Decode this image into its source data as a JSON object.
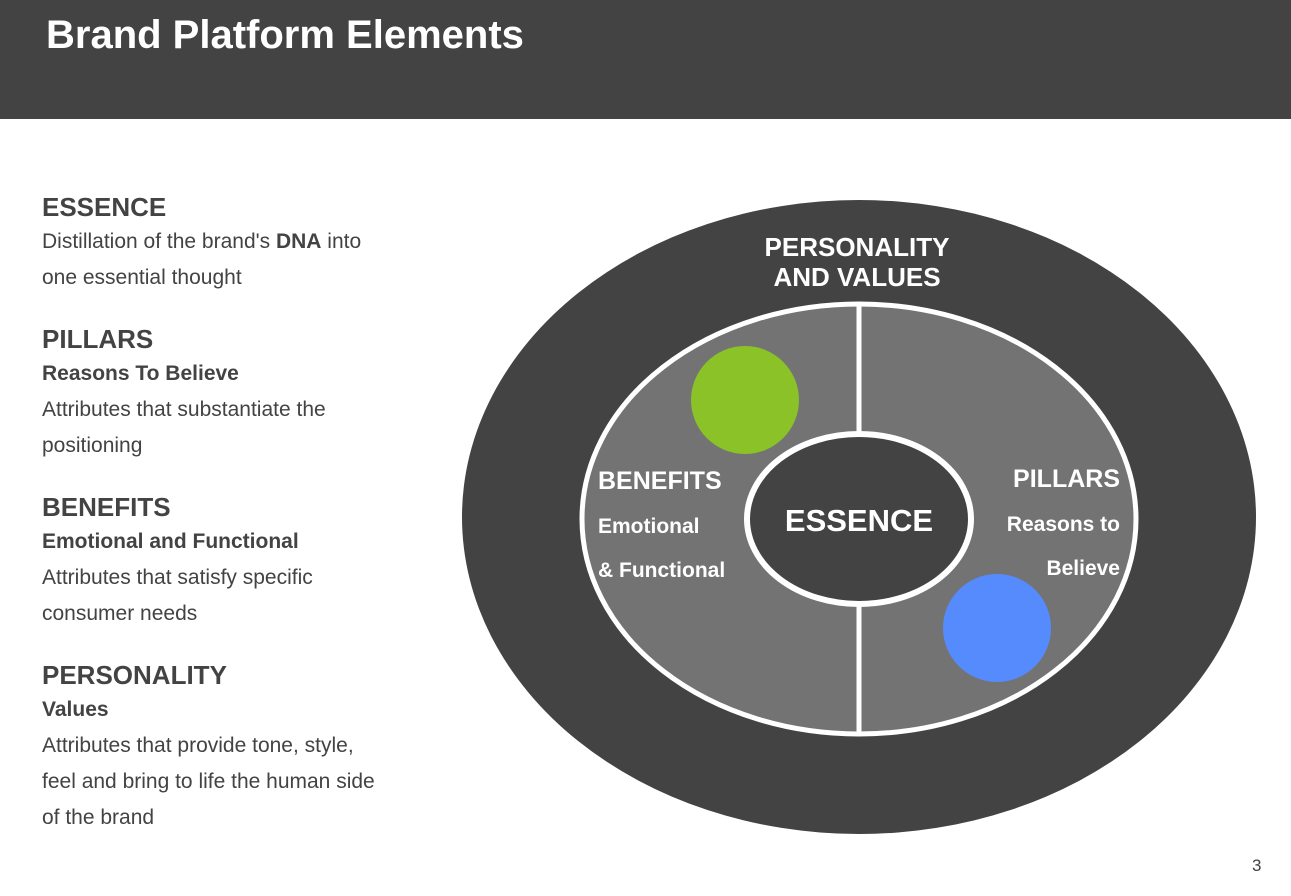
{
  "header": {
    "title": "Brand Platform Elements"
  },
  "left_panel": {
    "essence": {
      "heading": "ESSENCE",
      "line1_pre": "Distillation of the brand's ",
      "line1_bold": "DNA",
      "line1_post": " into",
      "line2": "one essential thought"
    },
    "pillars": {
      "heading": "PILLARS",
      "sub": "Reasons To Believe",
      "lines": [
        "Attributes that substantiate the",
        "positioning"
      ]
    },
    "benefits": {
      "heading": "BENEFITS",
      "sub": "Emotional and Functional",
      "lines": [
        "Attributes that satisfy specific",
        "consumer needs"
      ]
    },
    "personality": {
      "heading": "PERSONALITY",
      "sub": "Values",
      "lines": [
        "Attributes that provide tone, style,",
        "feel and bring to life the human side",
        "of the brand"
      ]
    }
  },
  "diagram": {
    "outer_label_line1": "PERSONALITY",
    "outer_label_line2": "AND VALUES",
    "core_label": "ESSENCE",
    "left_label_title": "BENEFITS",
    "left_label_line1": "Emotional",
    "left_label_line2": "& Functional",
    "right_label_title": "PILLARS",
    "right_label_line1": "Reasons to",
    "right_label_line2": "Believe",
    "colors": {
      "outer": "#434343",
      "middle": "#737373",
      "core": "#434343",
      "ring_stroke": "#ffffff",
      "green_dot": "#8bc227",
      "blue_dot": "#568bfd"
    }
  },
  "slide_number": "3"
}
